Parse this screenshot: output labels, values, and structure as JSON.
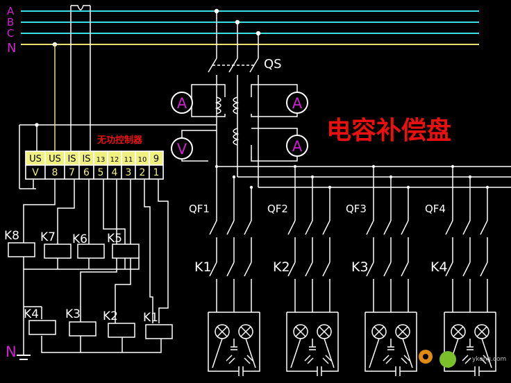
{
  "title": "电容补偿盘",
  "controller_label": "无功控制器",
  "phases": [
    "A",
    "B",
    "C",
    "N"
  ],
  "qs_label": "QS",
  "meters": [
    "A",
    "A",
    "V",
    "A"
  ],
  "terminals_top": [
    "US",
    "US",
    "IS",
    "IS",
    "13",
    "12",
    "11",
    "10",
    "9"
  ],
  "terminals_bottom": [
    "V",
    "8",
    "7",
    "6",
    "5",
    "4",
    "3",
    "2",
    "1"
  ],
  "coils_top": [
    "K8",
    "K7",
    "K6",
    "K5"
  ],
  "coils_bottom": [
    "K4",
    "K3",
    "K2",
    "K1"
  ],
  "breakers": [
    "QF1",
    "QF2",
    "QF3",
    "QF4"
  ],
  "contactors": [
    "K1",
    "K2",
    "K3",
    "K4"
  ],
  "ground_label": "N",
  "watermark": "ykong.com",
  "colors": {
    "phase_bus": "#3ce0e0",
    "neutral": "#e8e070",
    "wire": "#ffffff",
    "title": "#e81010",
    "controller": "#e81010",
    "terminal_bg": "#f0f080",
    "meter_letter": "#d020d0"
  }
}
